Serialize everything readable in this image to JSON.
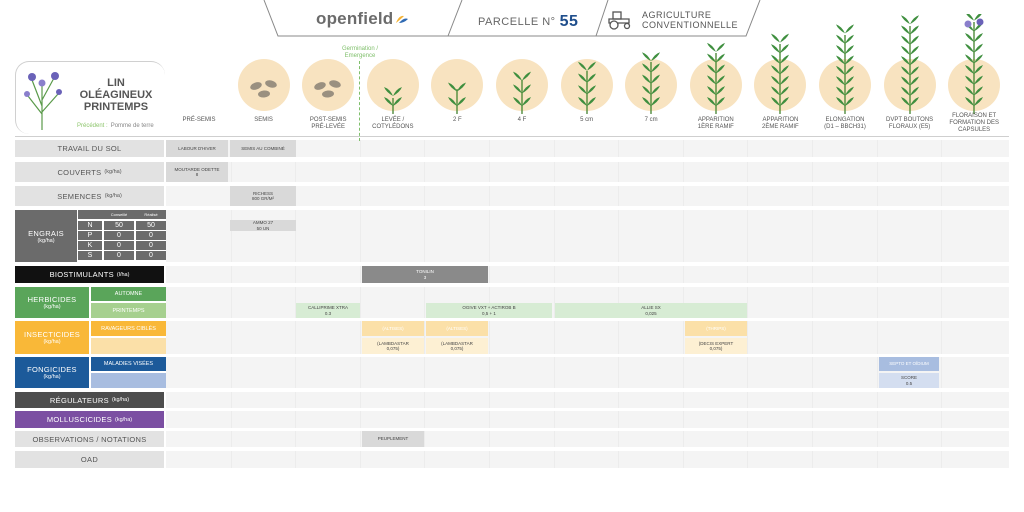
{
  "header": {
    "logo": "openfield",
    "parcel_label": "PARCELLE N°",
    "parcel_number": "55",
    "farming_line1": "AGRICULTURE",
    "farming_line2": "CONVENTIONNELLE"
  },
  "crop": {
    "line1": "LIN",
    "line2": "OLÉAGINEUX",
    "line3": "PRINTEMPS",
    "previous_label": "Précédent :",
    "previous_value": "Pomme de terre"
  },
  "germination_label_1": "Germination /",
  "germination_label_2": "Emergence",
  "stages": [
    {
      "l1": "PRÉ-SEMIS",
      "l2": ""
    },
    {
      "l1": "SEMIS",
      "l2": ""
    },
    {
      "l1": "POST-SEMIS",
      "l2": "PRÉ-LEVÉE"
    },
    {
      "l1": "LEVÉE /",
      "l2": "COTYLÉDONS"
    },
    {
      "l1": "2 F",
      "l2": ""
    },
    {
      "l1": "4 F",
      "l2": ""
    },
    {
      "l1": "5 cm",
      "l2": ""
    },
    {
      "l1": "7 cm",
      "l2": ""
    },
    {
      "l1": "APPARITION",
      "l2": "1ÈRE RAMIF"
    },
    {
      "l1": "APPARITION",
      "l2": "2ÈME RAMIF"
    },
    {
      "l1": "ELONGATION",
      "l2": "(D1 – BBCH31)"
    },
    {
      "l1": "DVPT BOUTONS",
      "l2": "FLORAUX (E5)"
    },
    {
      "l1": "FLORAISON ET",
      "l2": "FORMATION DES",
      "l3": "CAPSULES"
    }
  ],
  "rows": {
    "travail": {
      "label": "TRAVAIL DU SOL",
      "c1": "LABOUR D'HIVER",
      "c2": "SEMIS AU COMBINÉ"
    },
    "couverts": {
      "label": "COUVERTS",
      "unit": "(kg/ha)",
      "c1a": "MOUTARDE ODETTE",
      "c1b": "8"
    },
    "semences": {
      "label": "SEMENCES",
      "unit": "(kg/ha)",
      "c1a": "RICHESS",
      "c1b": "800 GR/M²"
    },
    "engrais": {
      "label": "ENGRAIS",
      "unit": "(kg/ha)",
      "col1": "Conseillé",
      "col2": "Réalisé",
      "nutrients": [
        {
          "n": "N",
          "a": "50",
          "b": "50"
        },
        {
          "n": "P",
          "a": "0",
          "b": "0"
        },
        {
          "n": "K",
          "a": "0",
          "b": "0"
        },
        {
          "n": "S",
          "a": "0",
          "b": "0"
        }
      ],
      "app_a": "AMMO 27",
      "app_b": "50 UN"
    },
    "biostim": {
      "label": "BIOSTIMULANTS",
      "unit": "(l/ha)",
      "c1a": "TONILIN",
      "c1b": "3"
    },
    "herbicides": {
      "label": "HERBICIDES",
      "unit": "(kg/ha)",
      "sub1": "AUTOMNE",
      "sub2": "PRINTEMPS",
      "h1a": "CALLIPRIME XTRA",
      "h1b": "0.3",
      "h2a": "OGIVE VXT + ACTIROB B",
      "h2b": "0,5 + 1",
      "h3a": "ALLIE SX",
      "h3b": "0,025"
    },
    "insecticides": {
      "label": "INSECTICIDES",
      "unit": "(kg/ha)",
      "sub1": "RAVAGEURS CIBLÉS",
      "t1": "(ALTISES)",
      "t2": "(ALTISES)",
      "t3": "(THRIPS)",
      "p1a": "(LAMBDASTAR",
      "p1b": "0,075)",
      "p2a": "(LAMBDASTAR",
      "p2b": "0,075)",
      "p3a": "(DECIS EXPERT",
      "p3b": "0,075)"
    },
    "fongicides": {
      "label": "FONGICIDES",
      "unit": "(kg/ha)",
      "sub1": "MALADIES VISÉES",
      "t1": "SEPTO ET OÏDIUM",
      "p1a": "SCORE",
      "p1b": "0.5"
    },
    "regulateurs": {
      "label": "RÉGULATEURS",
      "unit": "(kg/ha)"
    },
    "molluscicides": {
      "label": "MOLLUSCICIDES",
      "unit": "(kg/ha)"
    },
    "observations": {
      "label": "OBSERVATIONS / NOTATIONS",
      "c1": "PEUPLEMENT"
    },
    "oad": {
      "label": "OAD"
    }
  },
  "colors": {
    "stage_circle": "#f8e3c0",
    "green": "#5aa55a",
    "green_light": "#a6d08f",
    "orange": "#f9b838",
    "orange_light": "#fbe0a8",
    "blue": "#1c5a9a",
    "blue_light": "#a8bde0",
    "purple": "#7b4fa2",
    "black": "#111111",
    "dark_grey": "#4d4d4d",
    "parcel_blue": "#1f4e8c"
  }
}
